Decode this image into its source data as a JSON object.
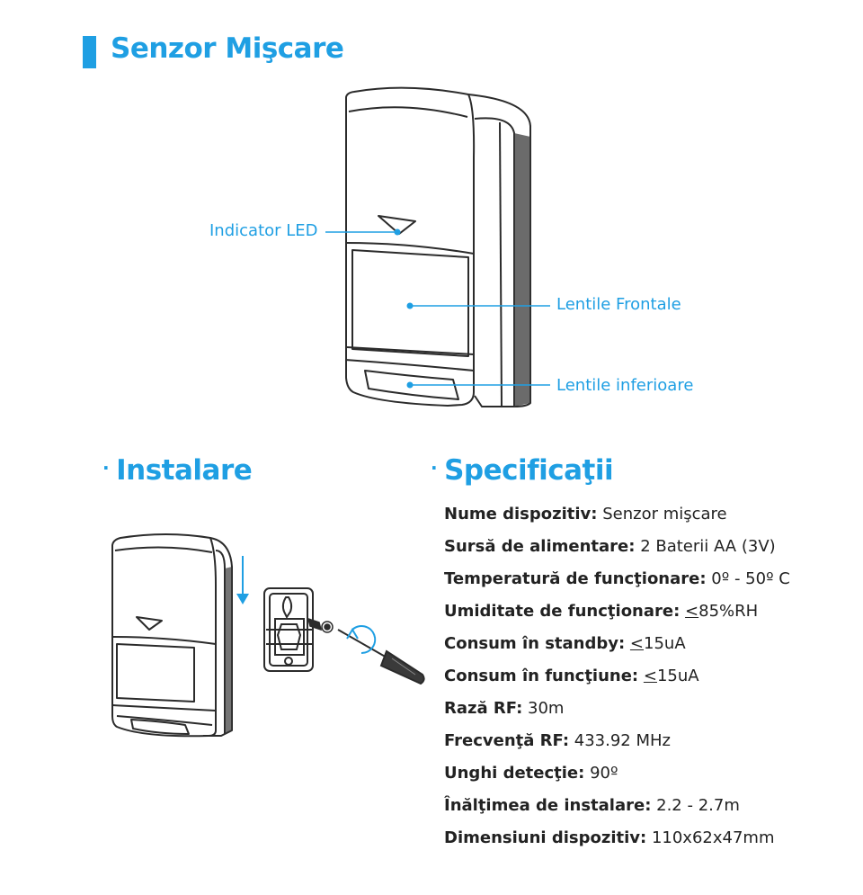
{
  "header": {
    "title": "Senzor Mişcare"
  },
  "callouts": {
    "led": "Indicator LED",
    "front": "Lentile Frontale",
    "bottom": "Lentile inferioare"
  },
  "sections": {
    "install": {
      "bullet": "·",
      "title": "Instalare"
    },
    "specs": {
      "bullet": "·",
      "title": "Specificaţii"
    }
  },
  "specs": [
    {
      "label": "Nume dispozitiv:",
      "value": "Senzor mişcare"
    },
    {
      "label": "Sursă de alimentare:",
      "value": "2 Baterii AA (3V)"
    },
    {
      "label": "Temperatură de funcţionare:",
      "value": "0º - 50º C"
    },
    {
      "label": "Umiditate de funcţionare:",
      "prefix": "<",
      "value": "85%RH"
    },
    {
      "label": "Consum în standby:",
      "prefix": "<",
      "value": "15uA"
    },
    {
      "label": "Consum în funcţiune:",
      "prefix": "<",
      "value": "15uA"
    },
    {
      "label": "Rază RF:",
      "value": "30m"
    },
    {
      "label": "Frecvenţă RF:",
      "value": "433.92 MHz"
    },
    {
      "label": "Unghi detecţie:",
      "value": "90º"
    },
    {
      "label": "Înălţimea de instalare:",
      "value": "2.2 - 2.7m"
    },
    {
      "label": "Dimensiuni dispozitiv:",
      "value": "110x62x47mm"
    }
  ],
  "colors": {
    "accent": "#1f9fe3",
    "line": "#2b2b2b"
  }
}
